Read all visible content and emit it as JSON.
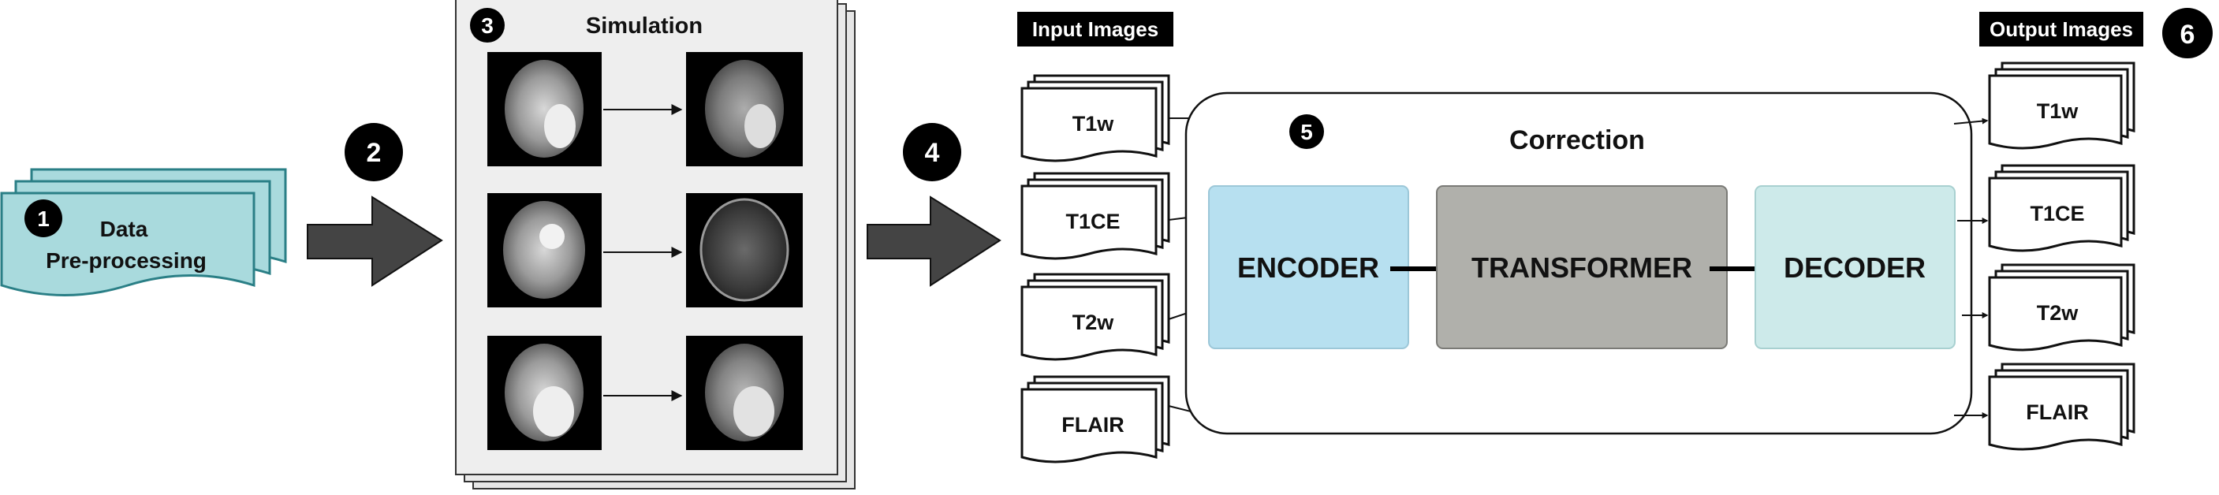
{
  "pipeline": {
    "steps": [
      {
        "number": "1",
        "label_line1": "Data",
        "label_line2": "Pre-processing"
      },
      {
        "number": "2"
      },
      {
        "number": "3",
        "title": "Simulation"
      },
      {
        "number": "4"
      },
      {
        "number": "5",
        "title": "Correction"
      },
      {
        "number": "6"
      }
    ]
  },
  "input_images": {
    "title": "Input Images",
    "items": [
      "T1w",
      "T1CE",
      "T2w",
      "FLAIR"
    ]
  },
  "output_images": {
    "title": "Output Images",
    "items": [
      "T1w",
      "T1CE",
      "T2w",
      "FLAIR"
    ]
  },
  "model": {
    "encoder": "ENCODER",
    "transformer": "TRANSFORMER",
    "decoder": "DECODER"
  },
  "colors": {
    "data_fill": "#a9dadd",
    "data_stroke": "#2a7f86",
    "encoder_fill": "#b7e0f0",
    "transformer_fill": "#b0b0ab",
    "decoder_fill": "#cdeaea",
    "big_arrow": "#444444",
    "sim_panel": "#eeeeee"
  }
}
